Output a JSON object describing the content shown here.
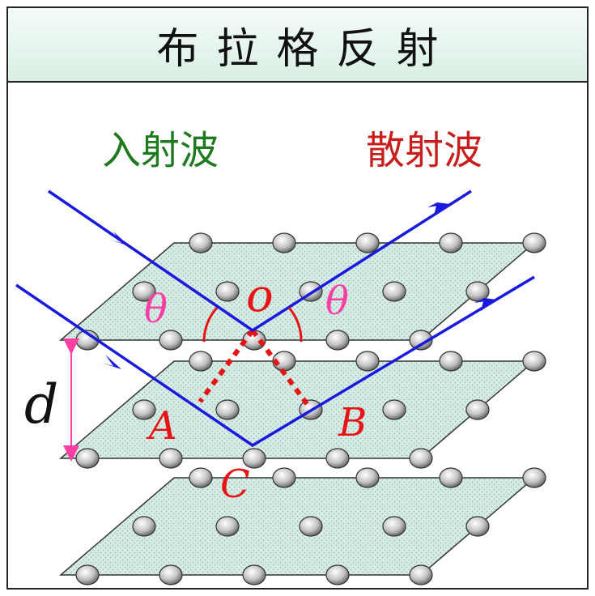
{
  "title": "布拉格反射",
  "labels": {
    "incident": "入射波",
    "scattered": "散射波",
    "theta_left": "θ",
    "theta_right": "θ",
    "o": "o",
    "d": "d",
    "a": "A",
    "b": "B",
    "c": "C"
  },
  "colors": {
    "ray": "#1a1adc",
    "incident_label": "#1f7a1f",
    "scattered_label": "#c81e1e",
    "point_label": "#e61414",
    "theta": "#ff3ea5",
    "d_arrow": "#ff3ea5",
    "plane_fill": "#d6ece6",
    "plane_edge": "#333333",
    "atom_fill": "#c8c8c8"
  },
  "planes": 3
}
